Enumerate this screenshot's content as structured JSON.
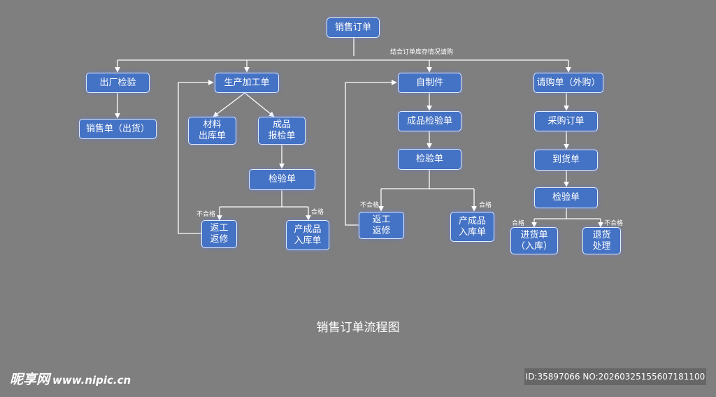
{
  "diagram": {
    "nodes": {
      "sales_order": "销售订单",
      "factory_inspection": "出厂检验",
      "sales_doc_shipment": "销售单（出货）",
      "production_order": "生产加工单",
      "material_issue": "材料\n出库单",
      "product_report": "成品\n报检单",
      "inspection_1": "检验单",
      "rework_1": "返工\n返修",
      "product_stock_in_1": "产成品\n入库单",
      "self_made": "自制件",
      "product_inspection": "成品检验单",
      "inspection_2": "检验单",
      "rework_2": "返工\n返修",
      "product_stock_in_2": "产成品\n入库单",
      "purchase_request": "请购单（外购）",
      "purchase_order": "采购订单",
      "arrival_note": "到货单",
      "inspection_3": "检验单",
      "purchase_stock_in": "进货单\n（入库）",
      "return_goods": "退货\n处理"
    },
    "edge_labels": {
      "stock_check": "结合订单库存情况请购",
      "unqualified": "不合格",
      "qualified": "合格"
    },
    "caption": "销售订单流程图"
  },
  "watermark": {
    "logo": "昵享网",
    "site": "www.nipic.cn",
    "id_text": "ID:35897066 NO:20260325155607181100"
  }
}
